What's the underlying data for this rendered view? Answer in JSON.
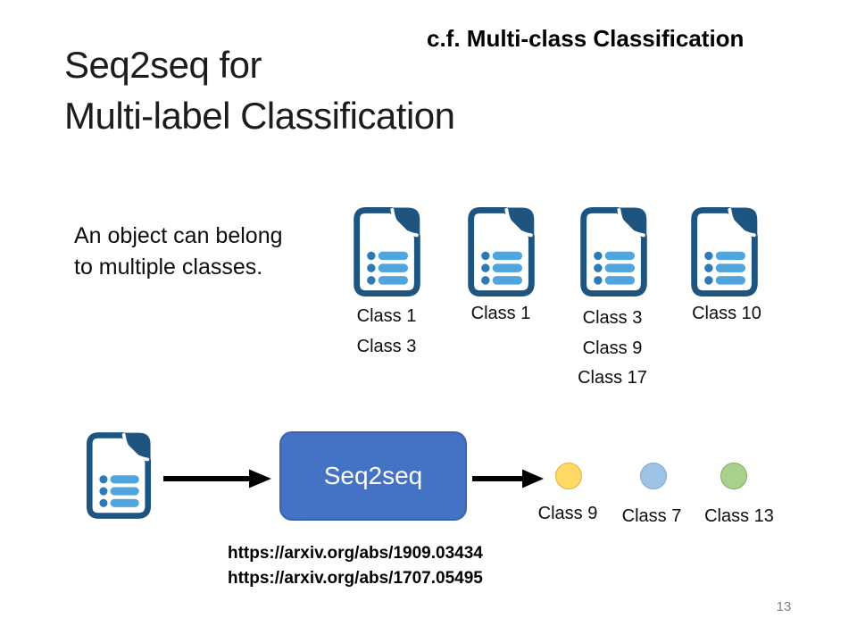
{
  "slide": {
    "title": [
      "Seq2seq for",
      "Multi-label Classification"
    ],
    "corner_note": "c.f. Multi-class Classification",
    "body_text": [
      "An object can belong",
      "to multiple classes."
    ],
    "page_number": "13"
  },
  "documents": [
    {
      "labels": [
        "Class 1",
        "Class 3"
      ]
    },
    {
      "labels": [
        "Class 1"
      ]
    },
    {
      "labels": [
        "Class 3",
        "Class 9",
        "Class 17"
      ]
    },
    {
      "labels": [
        "Class 10"
      ]
    }
  ],
  "pipeline": {
    "box_label": "Seq2seq",
    "outputs": [
      {
        "label": "Class 9",
        "fill": "#FFD966",
        "stroke": "#E4AE3F"
      },
      {
        "label": "Class 7",
        "fill": "#9DC3E6",
        "stroke": "#7FA7D1"
      },
      {
        "label": "Class 13",
        "fill": "#A9D18E",
        "stroke": "#7FAC5C"
      }
    ]
  },
  "references": [
    "https://arxiv.org/abs/1909.03434",
    "https://arxiv.org/abs/1707.05495"
  ],
  "colors": {
    "doc_outline": "#1E5480",
    "doc_bullet_dot": "#2E79B7",
    "doc_bullet_bar": "#4FA5DC",
    "seq_box_fill": "#4472C4",
    "arrow": "#000000",
    "page_number": "#808080"
  }
}
